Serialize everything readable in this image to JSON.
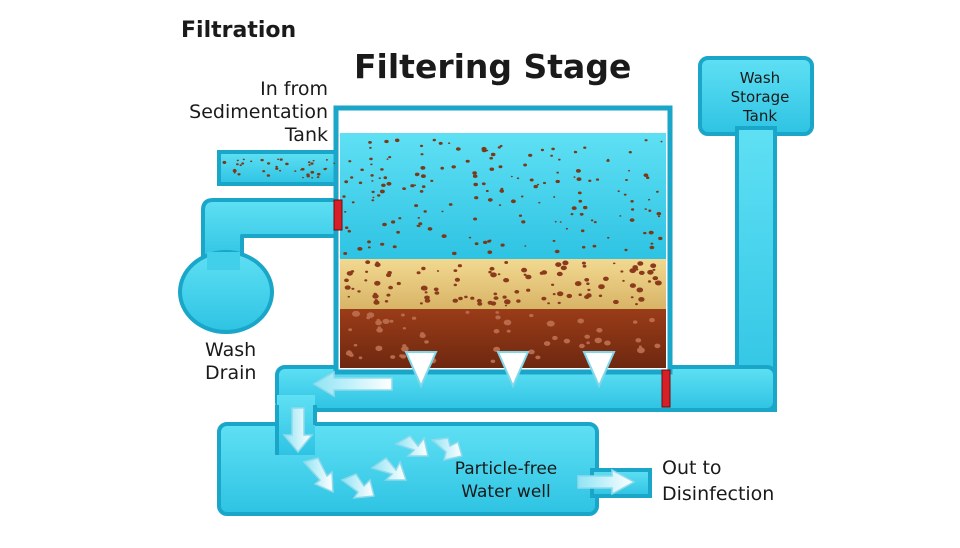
{
  "header": {
    "section": "Filtration",
    "title": "Filtering Stage"
  },
  "labels": {
    "inlet": "In from\nSedimentation\nTank",
    "wash_storage": "Wash\nStorage\nTank",
    "wash_drain": "Wash\nDrain",
    "water_well": "Particle-free\nWater well",
    "outlet": "Out to\nDisinfection"
  },
  "colors": {
    "water": "#3fd0ea",
    "pipe_outline": "#1aa6c9",
    "sand": "#e8c878",
    "gravel": "#8a3214",
    "particles": "#7a3a1a",
    "valve": "#d61f26"
  }
}
